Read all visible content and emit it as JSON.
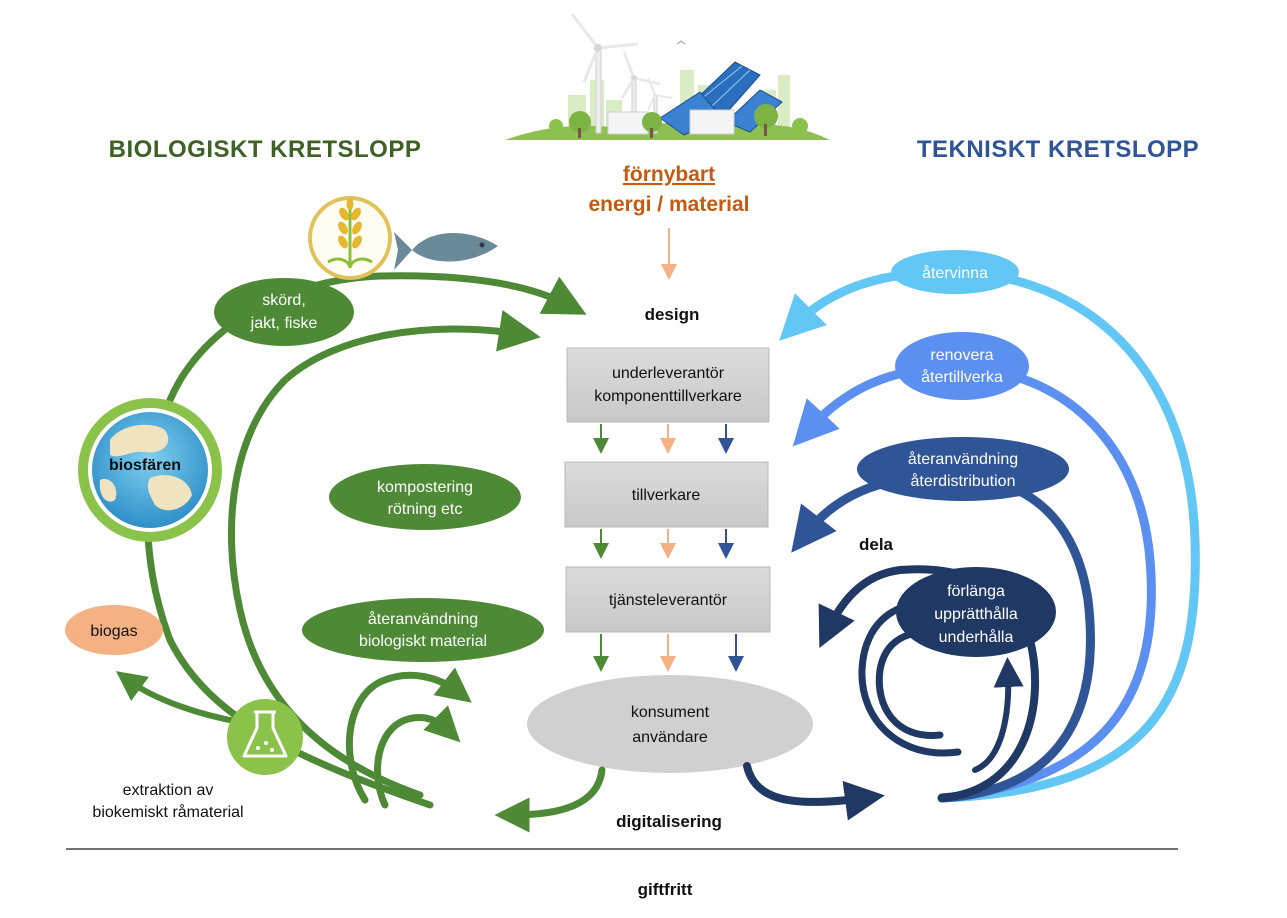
{
  "headings": {
    "biological": "BIOLOGISKT KRETSLOPP",
    "technical": "TEKNISKT KRETSLOPP"
  },
  "source": {
    "line1": "förnybart",
    "line2": "energi / material"
  },
  "design_label": "design",
  "chain": {
    "box1_line1": "underleverantör",
    "box1_line2": "komponenttillverkare",
    "box2": "tillverkare",
    "box3": "tjänsteleverantör",
    "consumer_line1": "konsument",
    "consumer_line2": "användare"
  },
  "bio": {
    "harvest_line1": "skörd,",
    "harvest_line2": "jakt, fiske",
    "biosphere": "biosfären",
    "compost_line1": "kompostering",
    "compost_line2": "rötning etc",
    "reuse_line1": "återanvändning",
    "reuse_line2": "biologiskt material",
    "biogas": "biogas",
    "extraction_line1": "extraktion av",
    "extraction_line2": "biokemiskt råmaterial"
  },
  "tech": {
    "recycle": "återvinna",
    "refurb_line1": "renovera",
    "refurb_line2": "återtillverka",
    "reuse_line1": "återanvändning",
    "reuse_line2": "återdistribution",
    "share": "dela",
    "extend_line1": "förlänga",
    "extend_line2": "upprätthålla",
    "extend_line3": "underhålla"
  },
  "bottom": {
    "digital": "digitalisering",
    "nontoxic": "giftfritt"
  },
  "colors": {
    "bio_green": "#4e8a36",
    "bio_heading": "#3e6126",
    "tech_heading": "#2f5597",
    "source_orange": "#c55a11",
    "arrow_orange": "#f4b183",
    "light_blue": "#63c7f5",
    "mid_blue": "#5b8ff0",
    "blue": "#2f5597",
    "navy": "#1f3864",
    "box_gray": "#d0d0d0",
    "biogas_fill": "#f4b183"
  },
  "icons": [
    "wind-turbine-icon",
    "solar-panel-icon",
    "wheat-icon",
    "fish-icon",
    "globe-icon",
    "flask-icon"
  ]
}
